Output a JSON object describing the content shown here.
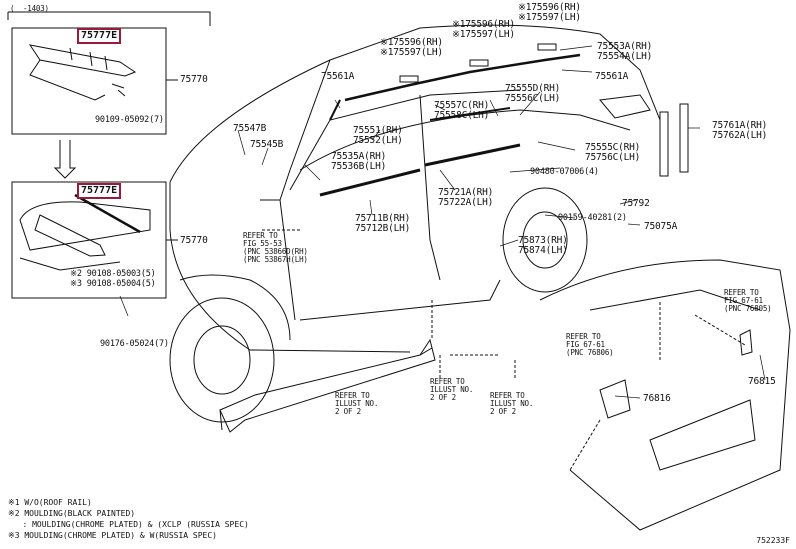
{
  "header": {
    "inset_caption": "(  -1403)"
  },
  "highlight_part": "75777E",
  "labels": {
    "p75596_rh_top": "※175596(RH)",
    "p75597_lh_top": "※175597(LH)",
    "p75596_rh_mid": "※175596(RH)",
    "p75597_lh_mid": "※175597(LH)",
    "p75596_rh_left": "※175596(RH)",
    "p75597_lh_left": "※175597(LH)",
    "p75553a": "75553A(RH)",
    "p75554a": "75554A(LH)",
    "p75561a_r": "75561A",
    "p75561a_l": "75561A",
    "p75555d": "75555D(RH)",
    "p75556c_lh": "75556C(LH)",
    "p75557c": "75557C(RH)",
    "p75558c": "75558C(LH)",
    "p75770_a": "75770",
    "p75770_b": "75770",
    "p90109": "90109-05092(7)",
    "p75547b": "75547B",
    "p75545b": "75545B",
    "p75551": "75551(RH)",
    "p75552": "75552(LH)",
    "p75535a": "75535A(RH)",
    "p75536b": "75536B(LH)",
    "p75555c": "75555C(RH)",
    "p75556c": "75756C(LH)",
    "p75761a": "75761A(RH)",
    "p75762a": "75762A(LH)",
    "p90480": "90480-07006(4)",
    "p75721a": "75721A(RH)",
    "p75722a": "75722A(LH)",
    "p75792": "75792",
    "p75711b": "75711B(RH)",
    "p75712b": "75712B(LH)",
    "p90159": "90159-40281(2)",
    "p75075a": "75075A",
    "p75873": "75873(RH)",
    "p75874": "75874(LH)",
    "p90108_2": "※2 90108-05003(5)",
    "p90108_3": "※3 90108-05004(5)",
    "p90176": "90176-05024(7)",
    "p76816": "76816",
    "p76815": "76815"
  },
  "refs": {
    "fig55": "REFER TO\nFIG 55-53\n(PNC 53866D(RH)\n(PNC 53867H(LH)",
    "fig67a": "REFER TO\nFIG 67-61\n(PNC 76805)",
    "fig67b": "REFER TO\nFIG 67-61\n(PNC 76806)",
    "illust1": "REFER TO\nILLUST NO.\n2 OF 2",
    "illust2": "REFER TO\nILLUST NO.\n2 OF 2",
    "illust3": "REFER TO\nILLUST NO.\n2 OF 2"
  },
  "footnotes": [
    "※1 W/O(ROOF RAIL)",
    "※2 MOULDING(BLACK PAINTED)",
    "   : MOULDING(CHROME PLATED) & (XCLP (RUSSIA SPEC)",
    "※3 MOULDING(CHROME PLATED) & W(RUSSIA SPEC)"
  ],
  "diagram_code": "752233F"
}
